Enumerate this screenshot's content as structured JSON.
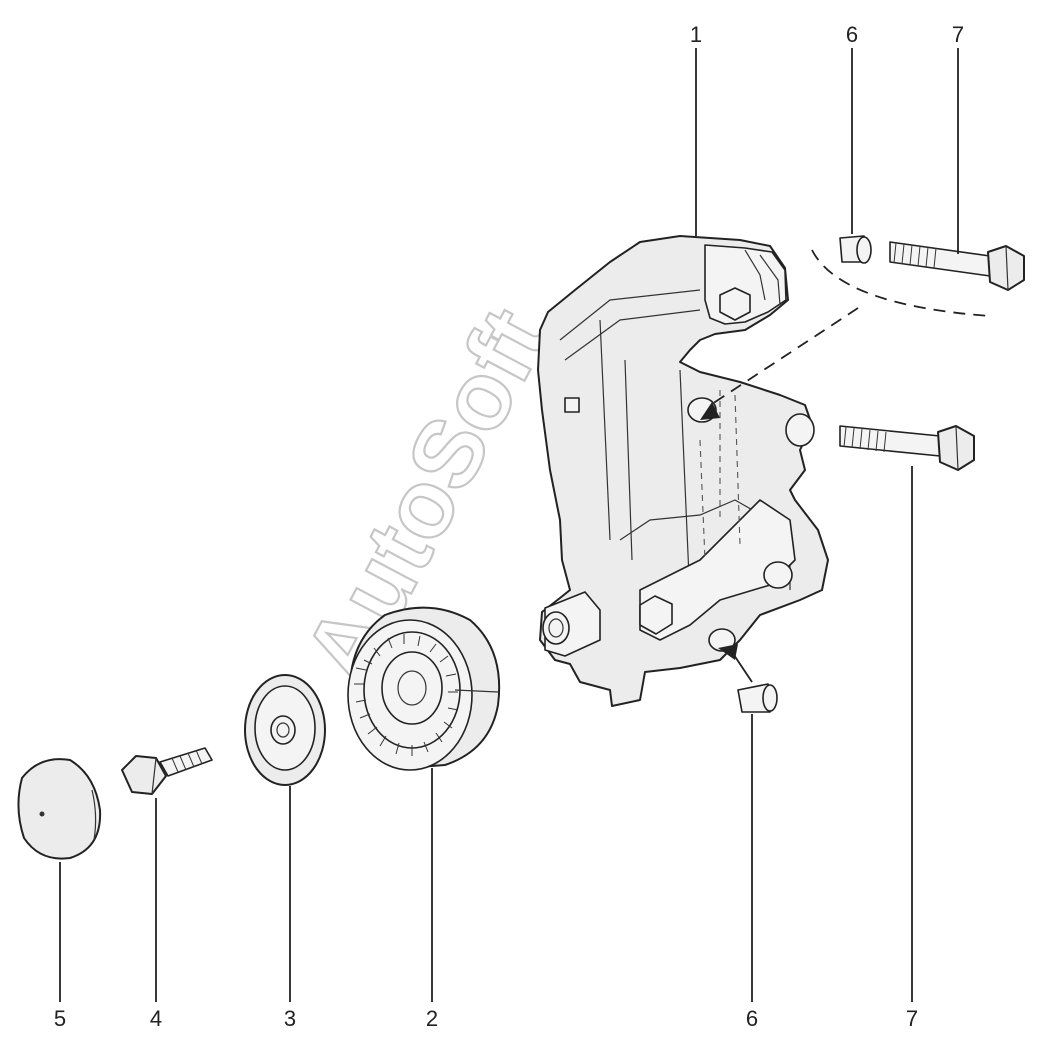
{
  "watermark": "AutoSoft",
  "callouts": [
    {
      "id": "c1-top",
      "label": "1"
    },
    {
      "id": "c6-top",
      "label": "6"
    },
    {
      "id": "c7-top",
      "label": "7"
    },
    {
      "id": "c5",
      "label": "5"
    },
    {
      "id": "c4",
      "label": "4"
    },
    {
      "id": "c3",
      "label": "3"
    },
    {
      "id": "c2",
      "label": "2"
    },
    {
      "id": "c6-bottom",
      "label": "6"
    },
    {
      "id": "c7-bottom",
      "label": "7"
    }
  ]
}
